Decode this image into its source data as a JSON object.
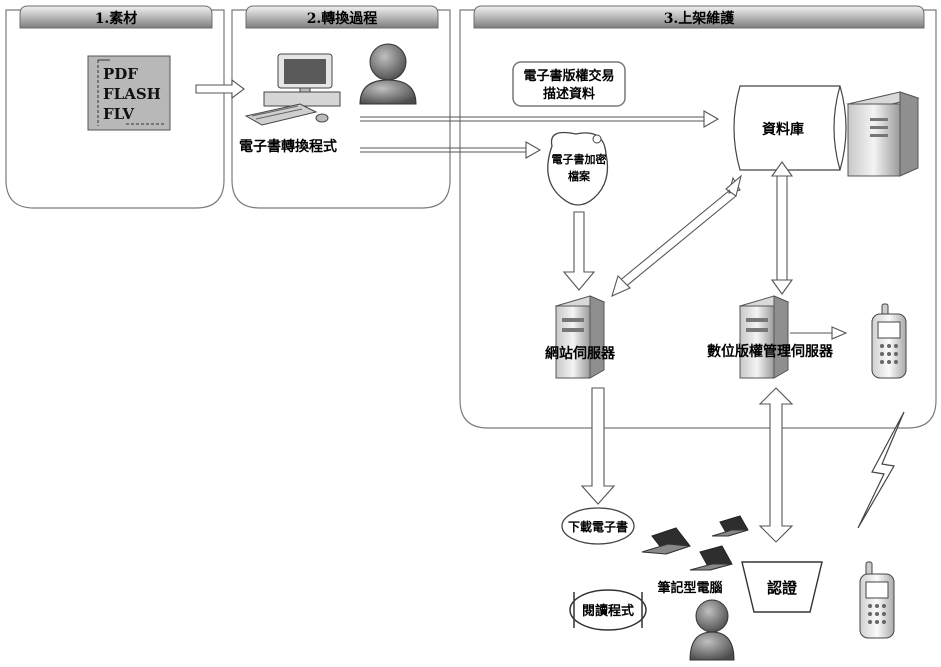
{
  "sections": {
    "materials": "1.素材",
    "conversion": "2.轉換過程",
    "publishing": "3.上架維護"
  },
  "materials": {
    "formats": [
      "PDF",
      "FLASH",
      "FLV"
    ]
  },
  "nodes": {
    "converter": "電子書轉換程式",
    "ebook_trade_data_line1": "電子書版權交易",
    "ebook_trade_data_line2": "描述資料",
    "database": "資料庫",
    "encrypted_file_line1": "電子書加密",
    "encrypted_file_line2": "檔案",
    "web_server": "網站伺服器",
    "drm_server": "數位版權管理伺服器",
    "download": "下載電子書",
    "laptops": "筆記型電腦",
    "reader": "閱讀程式",
    "auth": "認證"
  },
  "colors": {
    "panel_header": "#8c8c8c",
    "panel_border": "#7a7a7a",
    "material_box": "#b8b8b8"
  }
}
